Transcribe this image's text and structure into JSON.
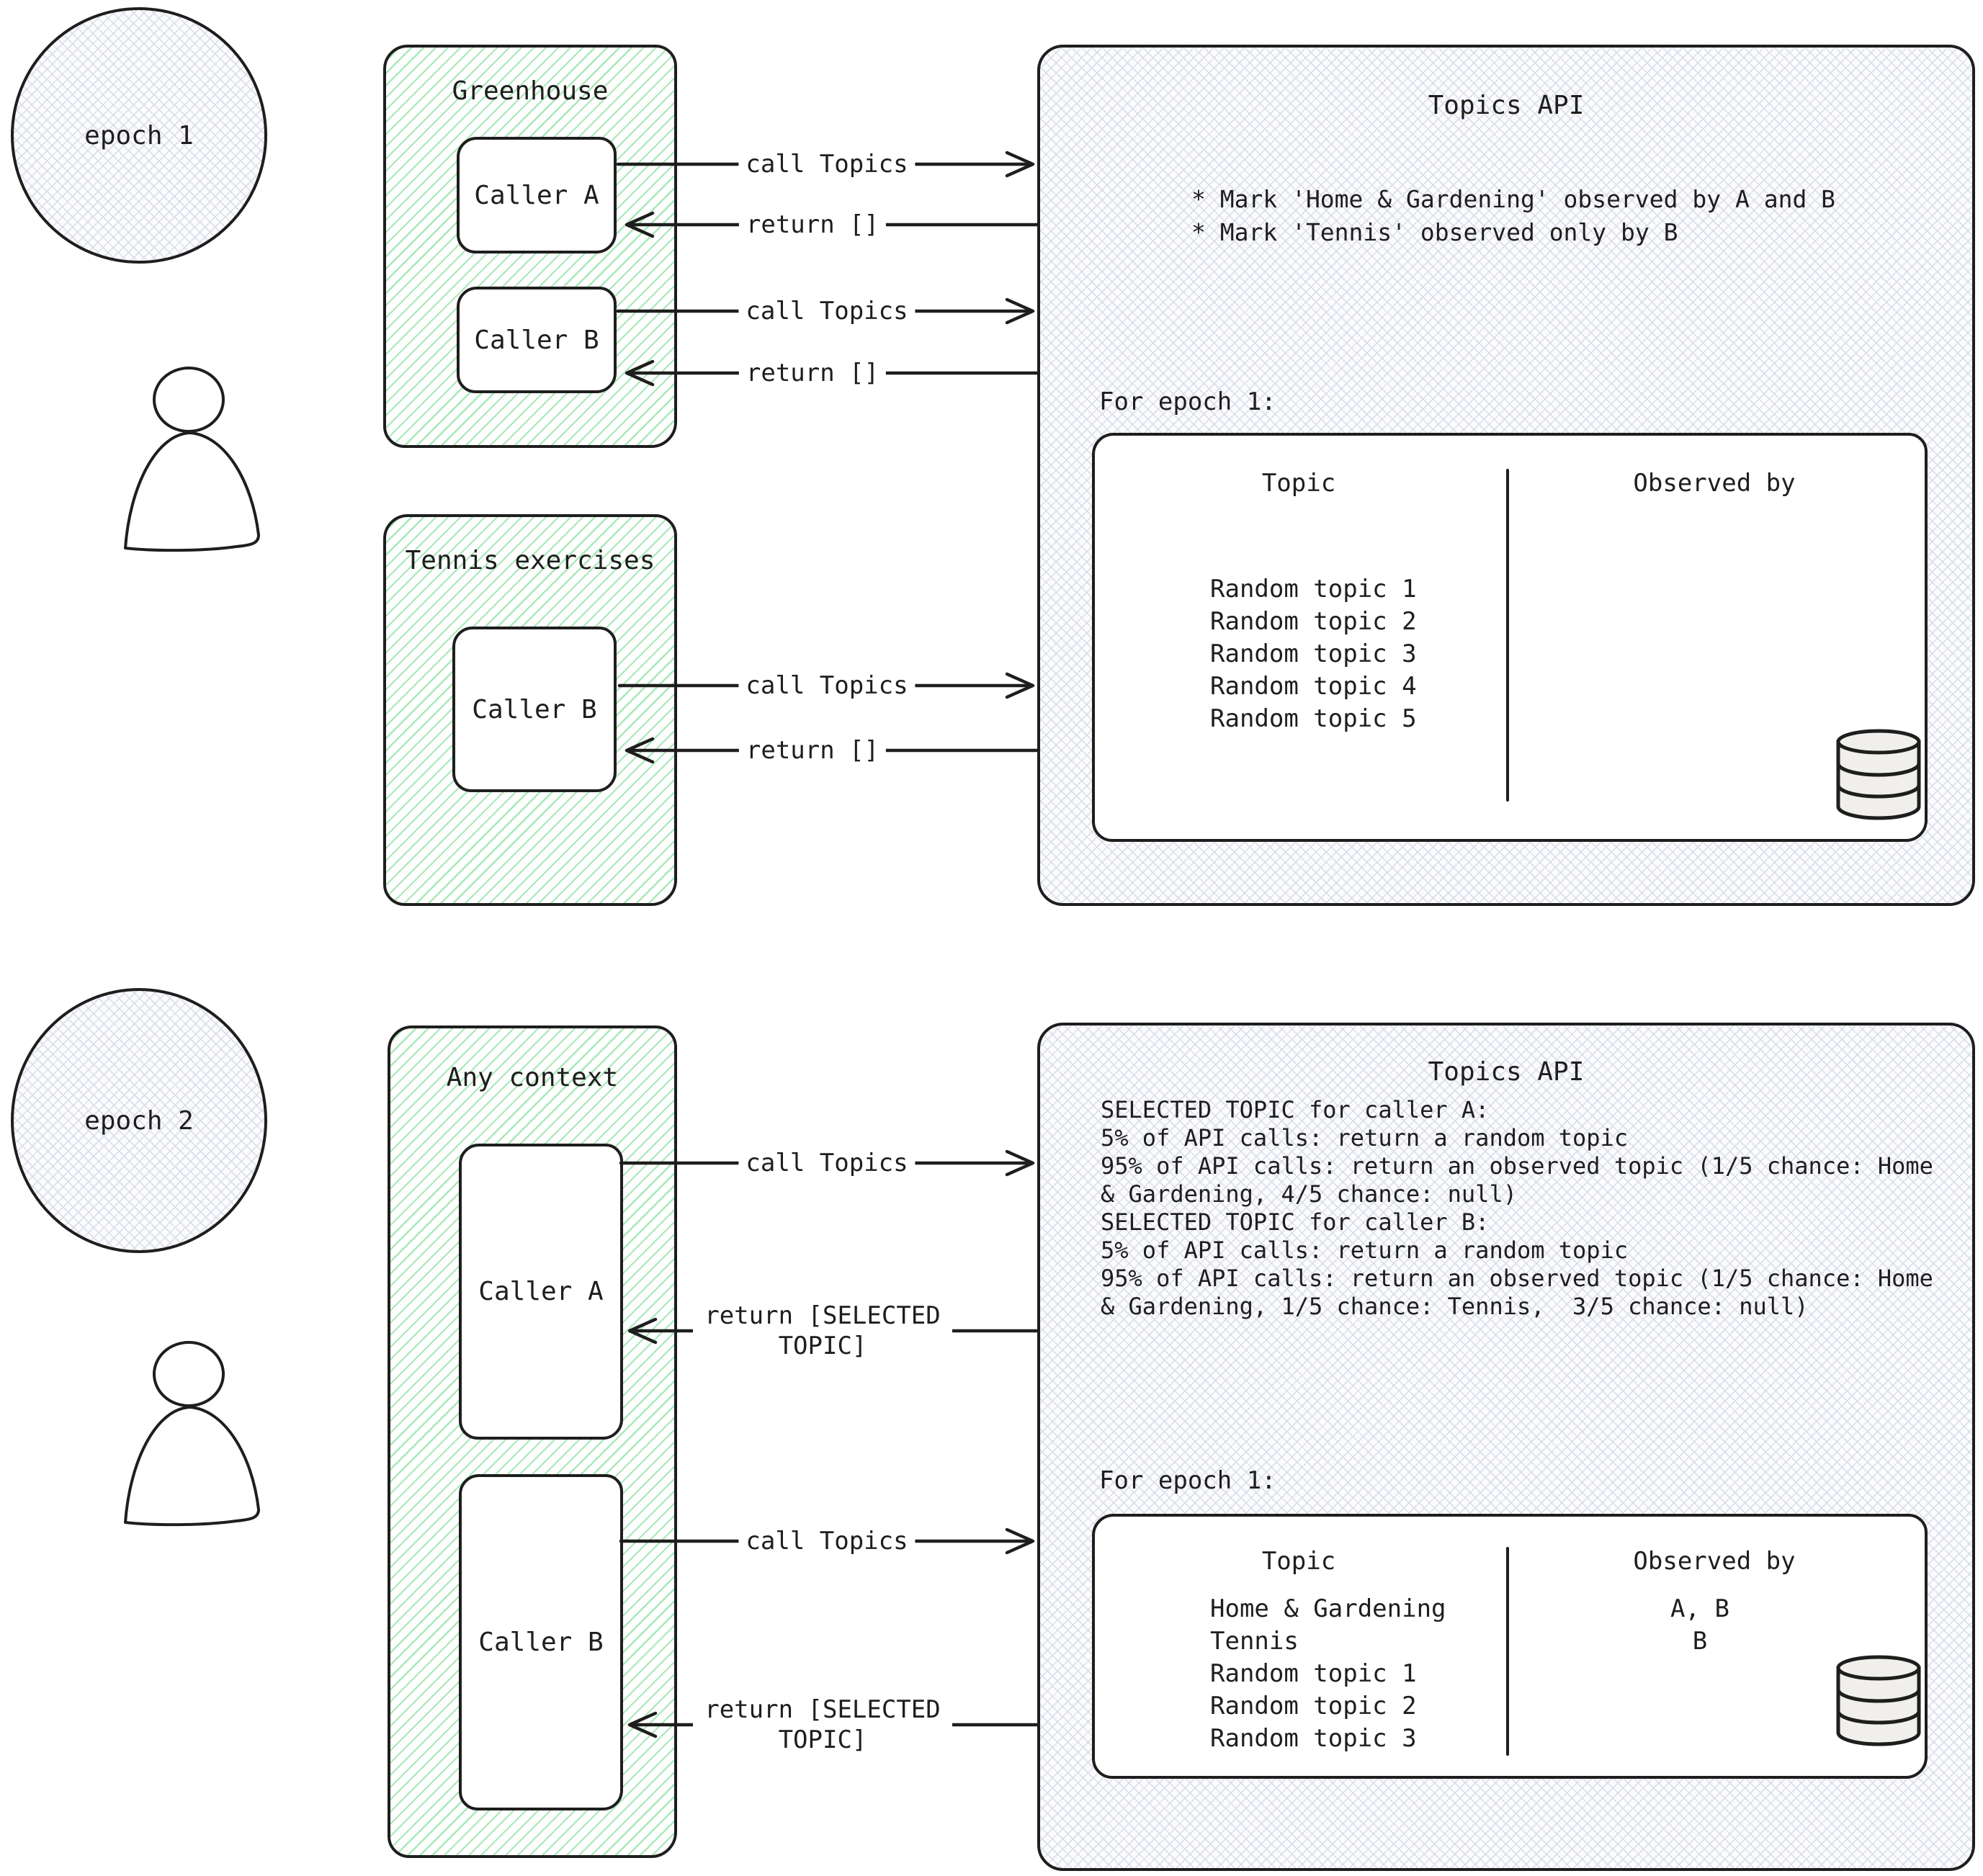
{
  "colors": {
    "ink": "#1e1e1e",
    "green_hatch": "#a9e8b8",
    "gray_hatch": "#d6dbe6",
    "db_fill": "#f0efec"
  },
  "epoch1": {
    "label": "epoch 1",
    "greenhouse": {
      "title": "Greenhouse",
      "caller_a": "Caller A",
      "caller_b": "Caller B"
    },
    "tennis": {
      "title": "Tennis exercises",
      "caller_b": "Caller B"
    },
    "flows": {
      "call_label": "call Topics",
      "return_label": "return []"
    },
    "api": {
      "title": "Topics API",
      "notes": [
        "* Mark 'Home & Gardening' observed by A and B",
        "* Mark 'Tennis' observed only by B"
      ],
      "epoch_heading": "For epoch 1:",
      "table": {
        "col_topic": "Topic",
        "col_observed": "Observed by",
        "rows": [
          {
            "topic": "Random topic 1",
            "observed": ""
          },
          {
            "topic": "Random topic 2",
            "observed": ""
          },
          {
            "topic": "Random topic 3",
            "observed": ""
          },
          {
            "topic": "Random topic 4",
            "observed": ""
          },
          {
            "topic": "Random topic 5",
            "observed": ""
          }
        ]
      }
    }
  },
  "epoch2": {
    "label": "epoch 2",
    "context": {
      "title": "Any context",
      "caller_a": "Caller A",
      "caller_b": "Caller B"
    },
    "flows": {
      "call_label": "call Topics",
      "return_label": "return [SELECTED TOPIC]"
    },
    "api": {
      "title": "Topics API",
      "rules": [
        "SELECTED TOPIC for caller A:",
        "5% of API calls: return a random topic",
        "95% of API calls: return an observed topic (1/5 chance: Home",
        "& Gardening, 4/5 chance: null)",
        "",
        "SELECTED TOPIC for caller B:",
        "5% of API calls: return a random topic",
        "95% of API calls: return an observed topic (1/5 chance: Home",
        "& Gardening, 1/5 chance: Tennis,  3/5 chance: null)"
      ],
      "epoch_heading": "For epoch 1:",
      "table": {
        "col_topic": "Topic",
        "col_observed": "Observed by",
        "rows": [
          {
            "topic": "Home & Gardening",
            "observed": "A, B"
          },
          {
            "topic": "Tennis",
            "observed": "B"
          },
          {
            "topic": "Random topic 1",
            "observed": ""
          },
          {
            "topic": "Random topic 2",
            "observed": ""
          },
          {
            "topic": "Random topic 3",
            "observed": ""
          }
        ]
      }
    }
  }
}
